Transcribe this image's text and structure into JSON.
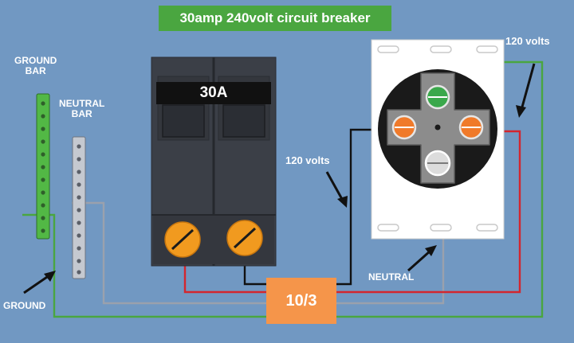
{
  "title": "30amp 240volt circuit breaker",
  "labels": {
    "ground_bar": "GROUND\nBAR",
    "neutral_bar": "NEUTRAL\nBAR",
    "ground": "GROUND",
    "volts_left": "120 volts",
    "volts_right": "120 volts",
    "neutral": "NEUTRAL"
  },
  "breaker": {
    "rating": "30A"
  },
  "cable": {
    "gauge": "10/3"
  },
  "colors": {
    "background": "#7198c2",
    "title_bg": "#4aa640",
    "breaker_body": "#3b3f47",
    "screw": "#f19a1f",
    "cable_box": "#f5954a",
    "wire_ground": "#4aa640",
    "wire_hot_red": "#d3262e",
    "wire_hot_black": "#111111",
    "wire_neutral": "#9aa1ad",
    "receptacle_plate": "#ffffff",
    "receptacle_face": "#1a1a1a",
    "terminal_green": "#3aa84b",
    "terminal_orange": "#f07a2a",
    "terminal_silver": "#dcdcdc"
  },
  "icons": [
    "arrow-icon",
    "screw-icon"
  ]
}
